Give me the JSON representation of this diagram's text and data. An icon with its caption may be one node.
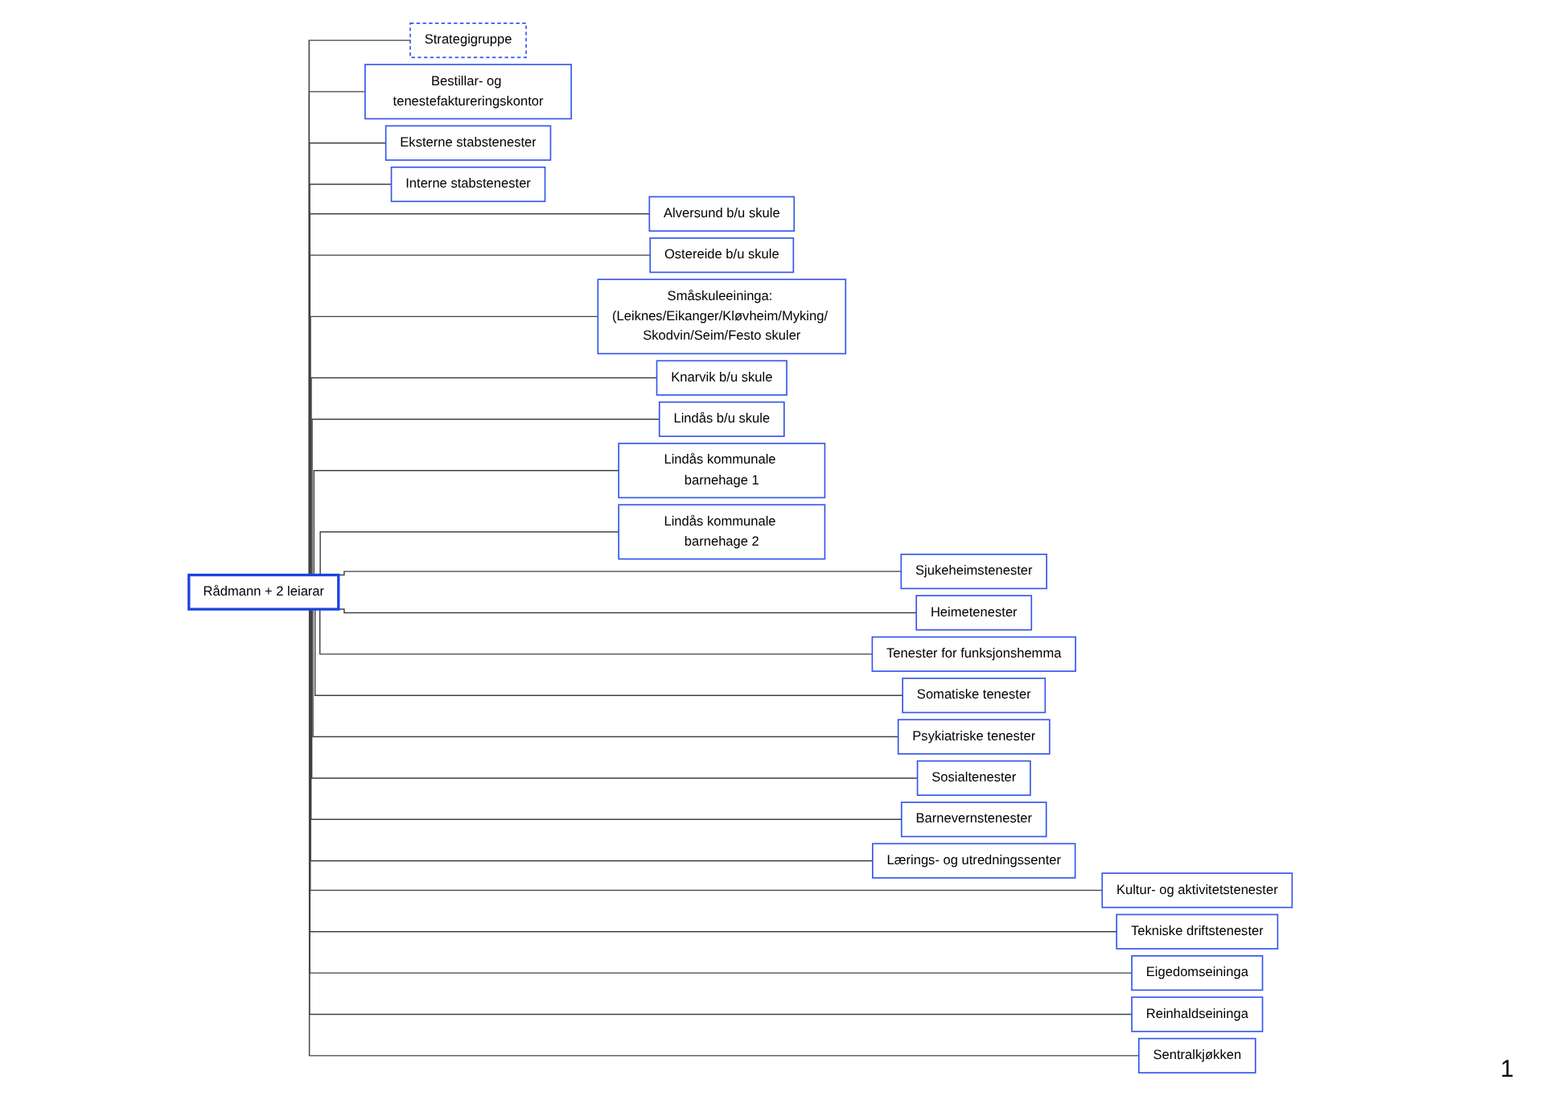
{
  "diagram": {
    "nodes": [
      {
        "text": [
          "Rådmann + 2 leiarar"
        ]
      },
      {
        "text": [
          "Strategigruppe"
        ]
      },
      {
        "text": [
          "Bestillar- og tenestefaktureringskontor"
        ]
      },
      {
        "text": [
          "Eksterne stabstenester"
        ]
      },
      {
        "text": [
          "Interne stabstenester"
        ]
      },
      {
        "text": [
          "Alversund b/u skule"
        ]
      },
      {
        "text": [
          "Ostereide b/u skule"
        ]
      },
      {
        "text": [
          "Småskuleeininga: (Leiknes/Eikanger/Kløvheim/Myking/ Skodvin/Seim/Festo skuler"
        ]
      },
      {
        "text": [
          "Knarvik b/u skule"
        ]
      },
      {
        "text": [
          "Lindås b/u skule"
        ]
      },
      {
        "text": [
          "Lindås kommunale barnehage 1"
        ]
      },
      {
        "text": [
          "Lindås kommunale barnehage 2"
        ]
      },
      {
        "text": [
          "Sjukeheimstenester"
        ]
      },
      {
        "text": [
          "Heimetenester"
        ]
      },
      {
        "text": [
          "Tenester for funksjonshemma"
        ]
      },
      {
        "text": [
          "Somatiske tenester"
        ]
      },
      {
        "text": [
          "Psykiatriske tenester"
        ]
      },
      {
        "text": [
          "Sosialtenester"
        ]
      },
      {
        "text": [
          "Barnevernstenester"
        ]
      },
      {
        "text": [
          "Lærings- og utredningssenter"
        ]
      },
      {
        "text": [
          "Kultur- og aktivitetstenester"
        ]
      },
      {
        "text": [
          "Tekniske driftstenester"
        ]
      },
      {
        "text": [
          "Eigedomseininga"
        ]
      },
      {
        "text": [
          "Reinhaldseininga"
        ]
      },
      {
        "text": [
          "Sentralkjøkken"
        ]
      }
    ],
    "edges": [
      {
        "from": 0,
        "to": 1,
        "arrow": "none"
      },
      {
        "from": 0,
        "to": 2,
        "arrow": "none"
      },
      {
        "from": 0,
        "to": 3,
        "arrow": "none"
      },
      {
        "from": 0,
        "to": 4,
        "arrow": "none"
      },
      {
        "from": 0,
        "to": 5,
        "arrow": "none"
      },
      {
        "from": 0,
        "to": 6,
        "arrow": "none"
      },
      {
        "from": 0,
        "to": 7,
        "arrow": "none"
      },
      {
        "from": 0,
        "to": 8,
        "arrow": "none"
      },
      {
        "from": 0,
        "to": 9,
        "arrow": "none"
      },
      {
        "from": 0,
        "to": 10,
        "arrow": "none"
      },
      {
        "from": 0,
        "to": 11,
        "arrow": "none"
      },
      {
        "from": 0,
        "to": 12,
        "arrow": "none"
      },
      {
        "from": 0,
        "to": 13,
        "arrow": "none"
      },
      {
        "from": 0,
        "to": 14,
        "arrow": "none"
      },
      {
        "from": 0,
        "to": 15,
        "arrow": "none"
      },
      {
        "from": 0,
        "to": 16,
        "arrow": "none"
      },
      {
        "from": 0,
        "to": 17,
        "arrow": "none"
      },
      {
        "from": 0,
        "to": 18,
        "arrow": "none"
      },
      {
        "from": 0,
        "to": 19,
        "arrow": "none"
      },
      {
        "from": 0,
        "to": 20,
        "arrow": "none"
      },
      {
        "from": 0,
        "to": 21,
        "arrow": "none"
      },
      {
        "from": 0,
        "to": 22,
        "arrow": "none"
      },
      {
        "from": 0,
        "to": 23,
        "arrow": "none"
      },
      {
        "from": 0,
        "to": 24,
        "arrow": "none"
      }
    ],
    "labels": [
      "1"
    ]
  }
}
